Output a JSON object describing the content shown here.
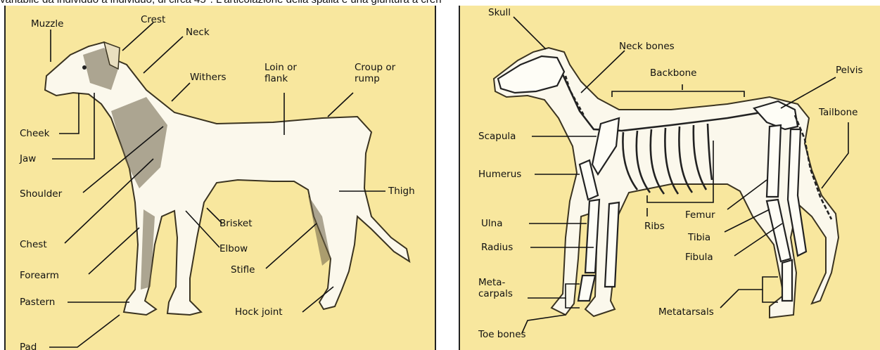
{
  "top_text": "variabile da individuo a individuo, di circa 45°. L'articolazione della spalla è una giuntura a cren",
  "colors": {
    "panel_bg": "#f8e79e",
    "ink": "#111111",
    "body_fill": "#fbf8ec"
  },
  "left_panel": {
    "labels": {
      "muzzle": "Muzzle",
      "crest": "Crest",
      "neck": "Neck",
      "withers": "Withers",
      "loin": "Loin or",
      "loin2": "flank",
      "croup": "Croup or",
      "croup2": "rump",
      "cheek": "Cheek",
      "jaw": "Jaw",
      "shoulder": "Shoulder",
      "thigh": "Thigh",
      "brisket": "Brisket",
      "chest": "Chest",
      "elbow": "Elbow",
      "stifle": "Stifle",
      "forearm": "Forearm",
      "pastern": "Pastern",
      "hock": "Hock joint",
      "pad": "Pad"
    }
  },
  "right_panel": {
    "labels": {
      "skull": "Skull",
      "neck_bones": "Neck bones",
      "backbone": "Backbone",
      "pelvis": "Pelvis",
      "tailbone": "Tailbone",
      "scapula": "Scapula",
      "humerus": "Humerus",
      "ulna": "Ulna",
      "ribs": "Ribs",
      "femur": "Femur",
      "tibia": "Tibia",
      "radius": "Radius",
      "fibula": "Fibula",
      "metacarpals": "Meta-",
      "metacarpals2": "carpals",
      "metatarsals": "Metatarsals",
      "toe_bones": "Toe bones"
    }
  }
}
